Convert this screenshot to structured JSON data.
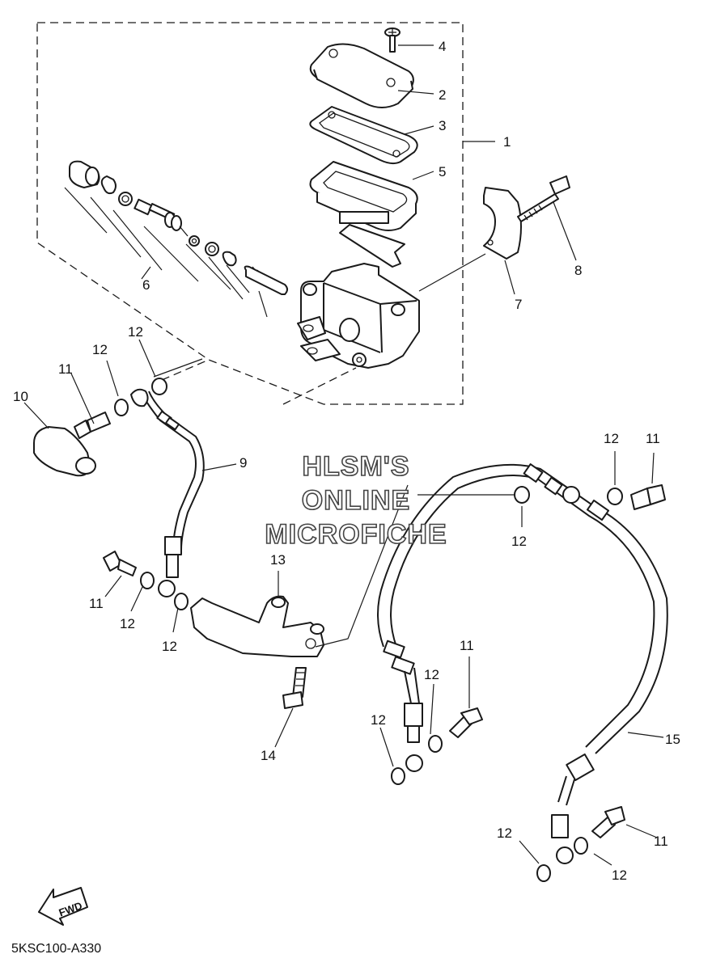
{
  "diagram": {
    "callouts": [
      "1",
      "2",
      "3",
      "4",
      "5",
      "6",
      "7",
      "8",
      "9",
      "10",
      "11",
      "12",
      "13",
      "14",
      "15"
    ],
    "callout_12": "12",
    "callout_11": "11",
    "watermark": [
      "HLSM'S",
      "ONLINE",
      "MICROFICHE"
    ],
    "fwd_label": "FWD",
    "diagram_code": "5KSC100-A330"
  }
}
